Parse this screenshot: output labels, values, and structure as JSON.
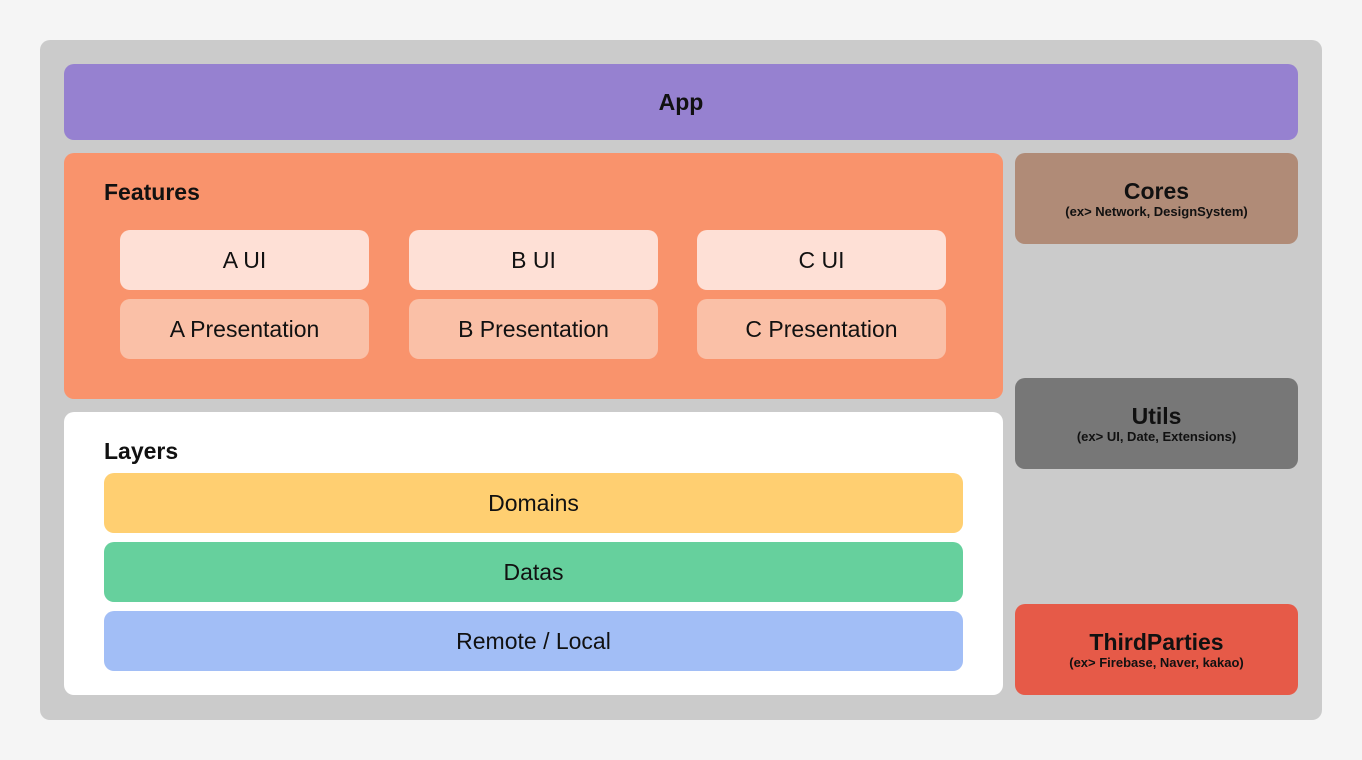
{
  "app": {
    "label": "App"
  },
  "features": {
    "title": "Features",
    "modules": [
      {
        "ui": "A UI",
        "presentation": "A Presentation"
      },
      {
        "ui": "B UI",
        "presentation": "B Presentation"
      },
      {
        "ui": "C UI",
        "presentation": "C Presentation"
      }
    ]
  },
  "layers": {
    "title": "Layers",
    "items": [
      "Domains",
      "Datas",
      "Remote / Local"
    ]
  },
  "side": {
    "cores": {
      "title": "Cores",
      "subtitle": "(ex> Network, DesignSystem)"
    },
    "utils": {
      "title": "Utils",
      "subtitle": "(ex> UI, Date, Extensions)"
    },
    "third_parties": {
      "title": "ThirdParties",
      "subtitle": "(ex> Firebase, Naver, kakao)"
    }
  },
  "colors": {
    "background": "#f5f5f5",
    "frame": "#cbcbcb",
    "app": "#9681d0",
    "features": "#f9936c",
    "feature_ui": "#fee0d6",
    "feature_presentation": "#fac0a7",
    "layers": "#ffffff",
    "domains": "#ffcf71",
    "datas": "#66d09d",
    "remote_local": "#a2bef6",
    "cores": "#b08b77",
    "utils": "#777777",
    "third_parties": "#e65a48"
  }
}
